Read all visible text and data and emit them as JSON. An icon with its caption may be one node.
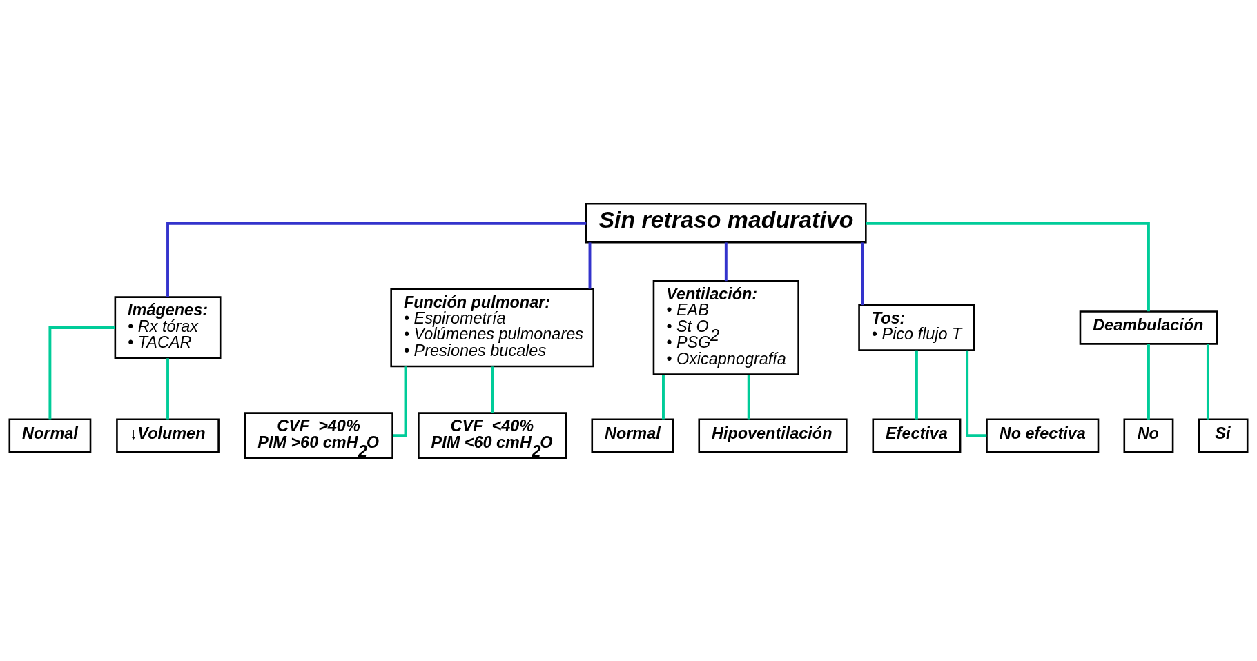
{
  "diagram": {
    "nodes": [
      {
        "text": [
          "Sin retraso madurativo"
        ]
      },
      {
        "text": [
          "Imágenes:",
          "• Rx tórax",
          "• TACAR"
        ]
      },
      {
        "text": [
          "Función pulmonar:",
          "• Espirometría",
          "• Volúmenes pulmonares",
          "• Presiones bucales"
        ]
      },
      {
        "text": [
          "Ventilación:",
          "• EAB",
          "• St O$_{2}$",
          "• PSG",
          "• Oxicapnografía"
        ]
      },
      {
        "text": [
          "Tos:",
          "• Pico flujo T"
        ]
      },
      {
        "text": [
          "Deambulación"
        ]
      },
      {
        "text": [
          "Normal"
        ]
      },
      {
        "text": [
          "↓Volumen"
        ]
      },
      {
        "text": [
          "CVF  >40%",
          "PIM >60 cmH$_{2}$O"
        ]
      },
      {
        "text": [
          "CVF  <40%",
          "PIM <60 cmH$_{2}$O"
        ]
      },
      {
        "text": [
          "Normal"
        ]
      },
      {
        "text": [
          "Hipoventilación"
        ]
      },
      {
        "text": [
          "Efectiva"
        ]
      },
      {
        "text": [
          "No efectiva"
        ]
      },
      {
        "text": [
          "No"
        ]
      },
      {
        "text": [
          "Si"
        ]
      }
    ],
    "edges": [
      {
        "from": 0,
        "to": 1,
        "arrow": "none",
        "color": "#3333cc"
      },
      {
        "from": 0,
        "to": 2,
        "arrow": "none",
        "color": "#3333cc"
      },
      {
        "from": 0,
        "to": 3,
        "arrow": "none",
        "color": "#3333cc"
      },
      {
        "from": 0,
        "to": 4,
        "arrow": "none",
        "color": "#3333cc"
      },
      {
        "from": 0,
        "to": 5,
        "arrow": "none"
      },
      {
        "from": 1,
        "to": 6,
        "arrow": "none"
      },
      {
        "from": 1,
        "to": 7,
        "arrow": "none"
      },
      {
        "from": 2,
        "to": 8,
        "arrow": "none"
      },
      {
        "from": 2,
        "to": 9,
        "arrow": "none"
      },
      {
        "from": 3,
        "to": 10,
        "arrow": "none"
      },
      {
        "from": 3,
        "to": 11,
        "arrow": "none"
      },
      {
        "from": 4,
        "to": 12,
        "arrow": "none"
      },
      {
        "from": 4,
        "to": 13,
        "arrow": "none"
      },
      {
        "from": 5,
        "to": 14,
        "arrow": "none"
      },
      {
        "from": 5,
        "to": 15,
        "arrow": "none"
      }
    ]
  }
}
